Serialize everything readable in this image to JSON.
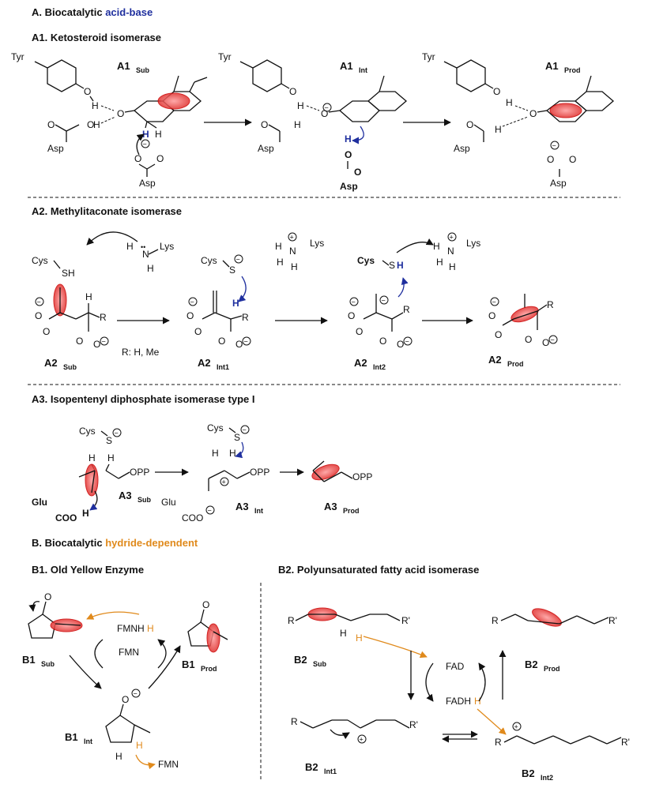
{
  "sections": {
    "A_prefix": "A. Biocatalytic ",
    "A_highlight": "acid-base",
    "A1": "A1. Ketosteroid isomerase",
    "A2": "A2. Methylitaconate isomerase",
    "A3": "A3. Isopentenyl diphosphate isomerase type I",
    "B_prefix": "B. Biocatalytic ",
    "B_highlight": "hydride-dependent",
    "B1": "B1. Old Yellow Enzyme",
    "B2": "B2. Polyunsaturated fatty acid isomerase"
  },
  "labels": {
    "a1": [
      {
        "main": "A1",
        "sub": "Sub"
      },
      {
        "main": "A1",
        "sub": "Int"
      },
      {
        "main": "A1",
        "sub": "Prod"
      }
    ],
    "a2": [
      {
        "main": "A2",
        "sub": "Sub"
      },
      {
        "main": "A2",
        "sub": "Int1"
      },
      {
        "main": "A2",
        "sub": "Int2"
      },
      {
        "main": "A2",
        "sub": "Prod"
      }
    ],
    "a3": [
      {
        "main": "A3",
        "sub": "Sub"
      },
      {
        "main": "A3",
        "sub": "Int"
      },
      {
        "main": "A3",
        "sub": "Prod"
      }
    ],
    "b1": [
      {
        "main": "B1",
        "sub": "Sub"
      },
      {
        "main": "B1",
        "sub": "Prod"
      },
      {
        "main": "B1",
        "sub": "Int"
      }
    ],
    "b2": [
      {
        "main": "B2",
        "sub": "Sub"
      },
      {
        "main": "B2",
        "sub": "Prod"
      },
      {
        "main": "B2",
        "sub": "Int1"
      },
      {
        "main": "B2",
        "sub": "Int2"
      }
    ]
  },
  "atoms": {
    "tyr": "Tyr",
    "asp": "Asp",
    "o": "O",
    "h": "H",
    "cys": "Cys",
    "sh": "SH",
    "s": "S",
    "lys": "Lys",
    "n": "N",
    "r": "R",
    "r_prime": "R'",
    "opp": "OPP",
    "glu": "Glu",
    "coo": "COO",
    "fmn": "FMN",
    "fmnh": "FMNH",
    "fad": "FAD",
    "fadh": "FADH",
    "minus": "−",
    "plus": "+",
    "dots": "••"
  },
  "notes": {
    "r_def": "R: H, Me"
  },
  "colors": {
    "highlight_blue": "#1f2f9e",
    "highlight_orange": "#e08a1c",
    "ellipse_red": "#e0312f"
  }
}
